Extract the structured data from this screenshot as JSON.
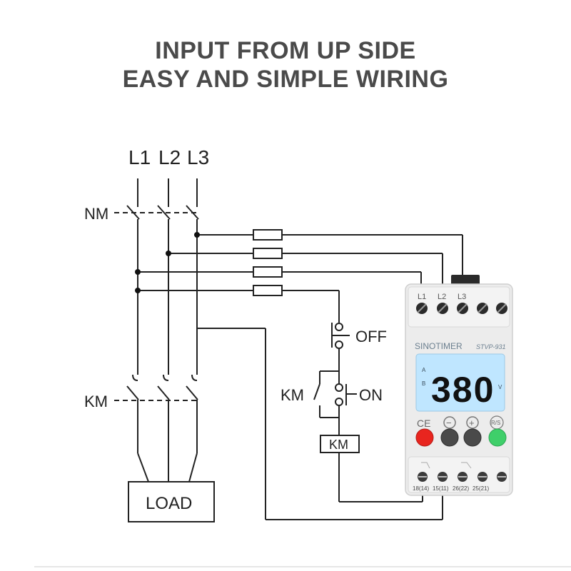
{
  "headline": {
    "line1": "INPUT FROM UP SIDE",
    "line2": "EASY AND SIMPLE WIRING"
  },
  "diagram": {
    "phases": [
      "L1",
      "L2",
      "L3"
    ],
    "breaker_label": "NM",
    "contactor_label": "KM",
    "load_label": "LOAD",
    "off_label": "OFF",
    "on_label": "ON",
    "km_hold_label": "KM",
    "coil_label": "KM"
  },
  "device": {
    "brand": "SINOTIMER",
    "model": "STVP-931",
    "top_terminals": [
      "L1",
      "L2",
      "L3"
    ],
    "display_value": "380",
    "display_unit": "V",
    "indicator_a": "A",
    "indicator_b": "B",
    "ce_mark": "CE",
    "minus_symbol": "−",
    "plus_symbol": "+",
    "rs_label": "R/S",
    "bottom_terminals": [
      "18(14)",
      "15(11)",
      "26(22)",
      "25(21)"
    ],
    "colors": {
      "body": "#ececec",
      "display": "#bfe6ff",
      "red_button": "#e8251f",
      "grey_button": "#4a4a4a",
      "green_button": "#3fcf6a"
    }
  }
}
